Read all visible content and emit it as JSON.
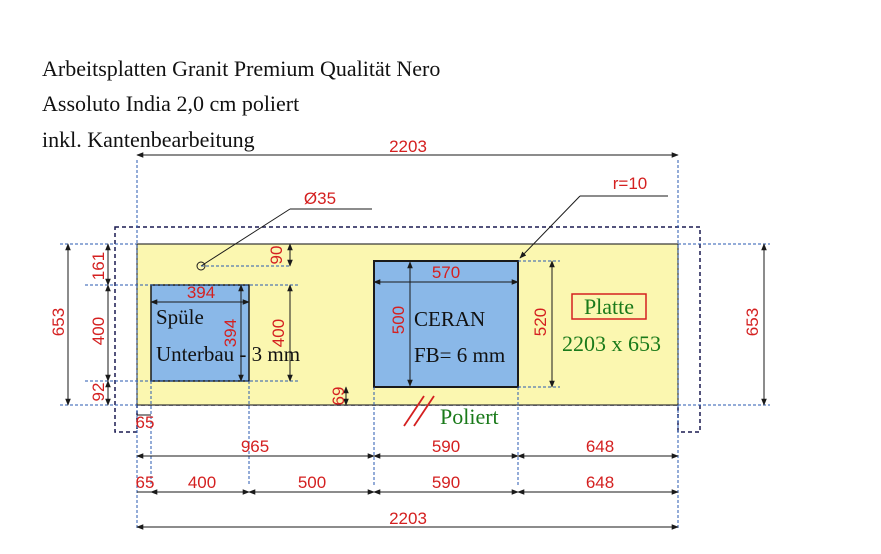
{
  "title": {
    "line1": "Arbeitsplatten Granit Premium Qualität Nero",
    "line2": "Assoluto India 2,0 cm poliert",
    "line3": "inkl. Kantenbearbeitung"
  },
  "dimensions": {
    "top_total": "2203",
    "bottom_total": "2203",
    "height_left": "653",
    "height_right": "653",
    "hole_diameter": "Ø35",
    "corner_radius": "r=10",
    "left_161": "161",
    "left_400": "400",
    "left_92": "92",
    "hole_offset_90": "90",
    "offset_65": "65",
    "offset_69": "69",
    "sink_width": "394",
    "sink_height": "394",
    "sink_height_outer": "400",
    "hob_width": "570",
    "hob_height": "500",
    "hob_height_outer": "520",
    "row1": [
      "965",
      "590",
      "648"
    ],
    "row2": [
      "65",
      "400",
      "500",
      "590",
      "648"
    ]
  },
  "labels": {
    "sink_line1": "Spüle",
    "sink_line2": "Unterbau - 3 mm",
    "hob_line1": "CERAN",
    "hob_line2": "FB= 6 mm",
    "plate_title": "Platte",
    "plate_size": "2203 x 653",
    "polished": "Poliert"
  },
  "colors": {
    "plate_fill": "#fbf7b0",
    "cutout_fill": "#8ab8e8",
    "dimension_text": "#d42020",
    "label_green": "#1a7a1a"
  }
}
